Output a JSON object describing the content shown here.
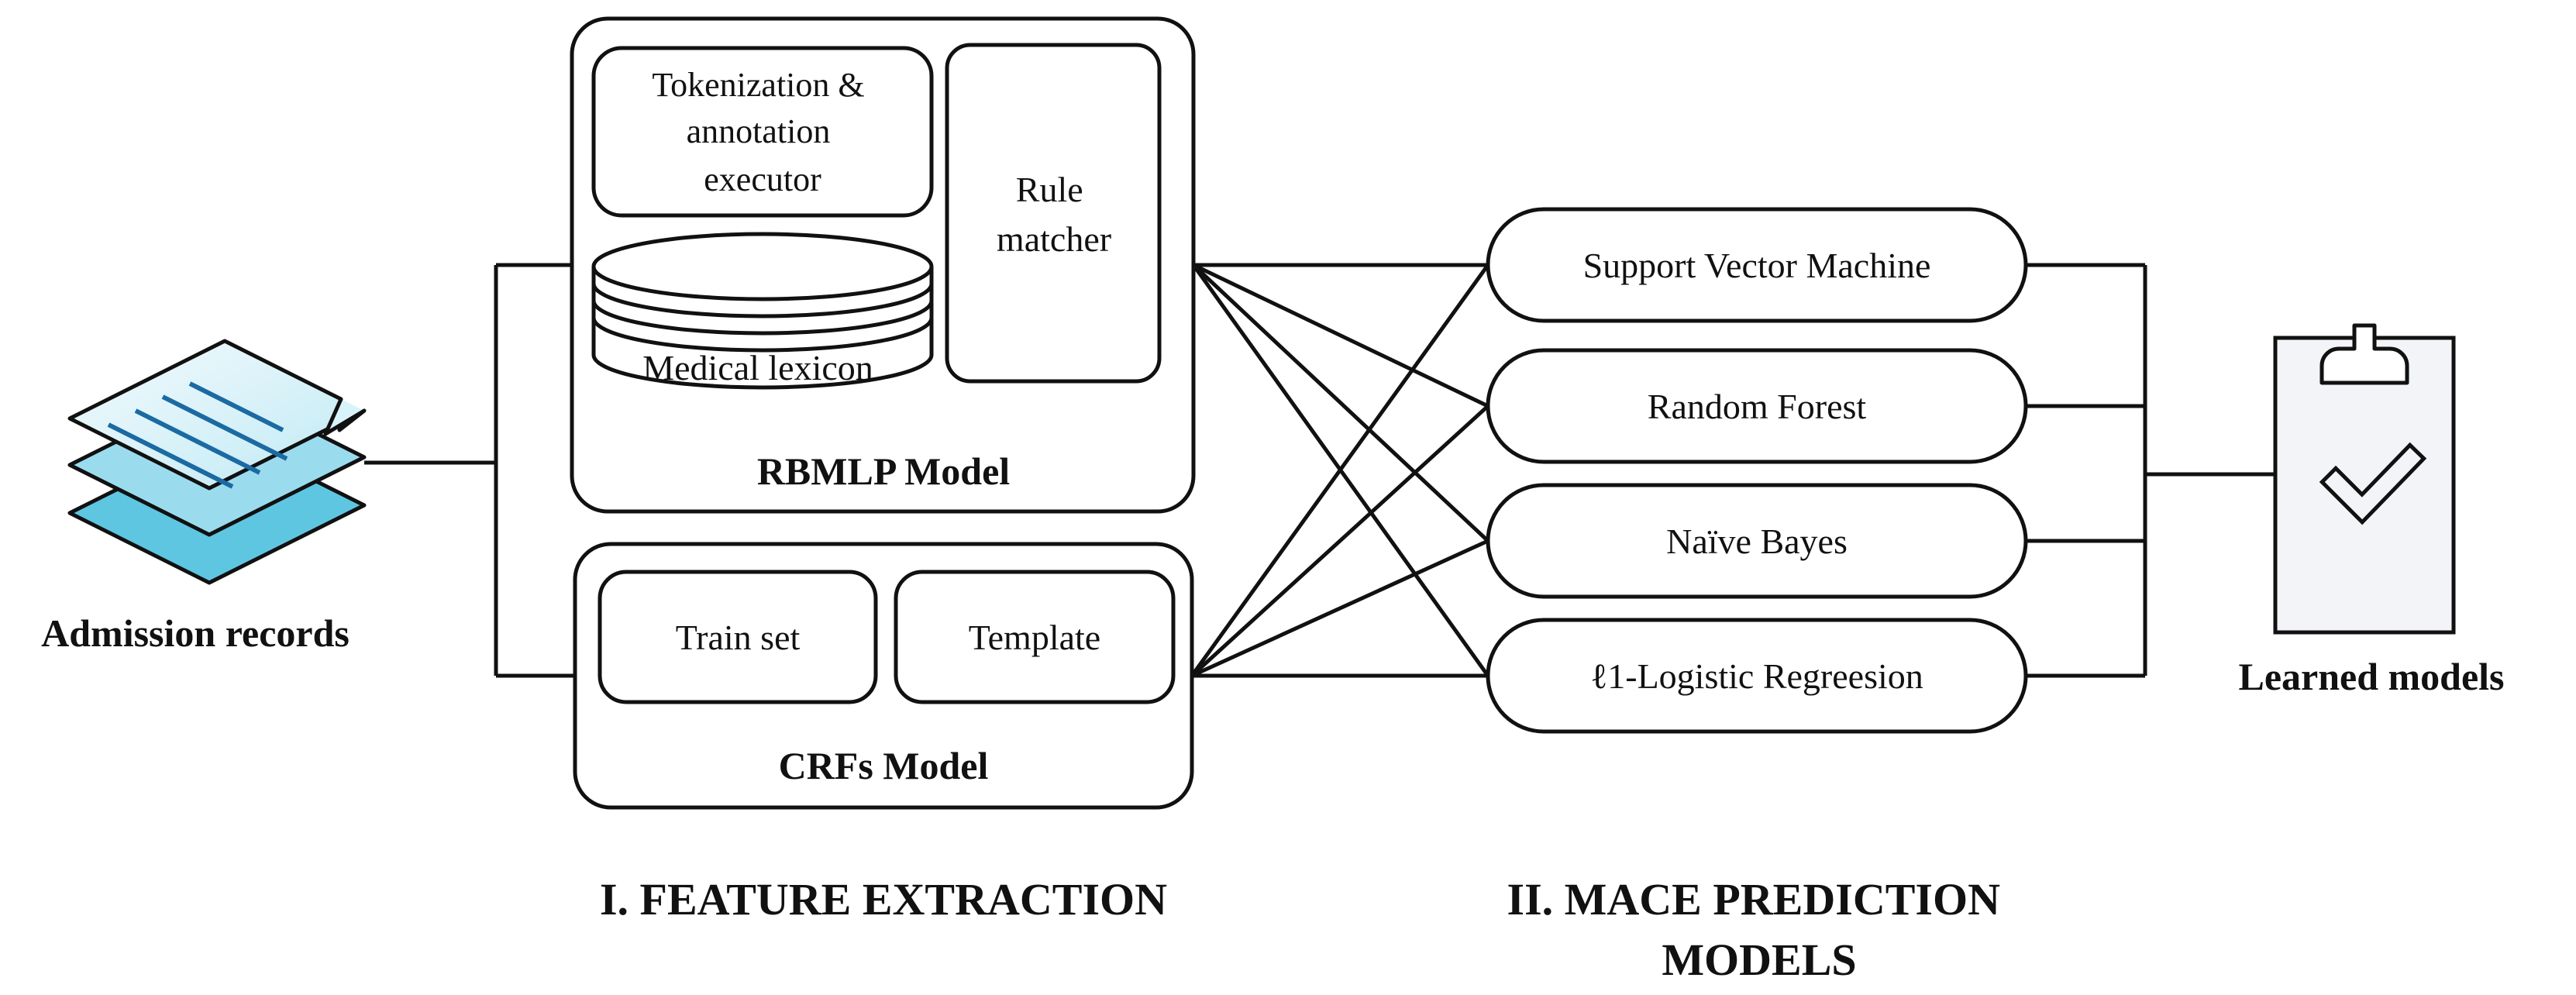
{
  "input": {
    "label": "Admission records"
  },
  "feature_extraction": {
    "rbmlp": {
      "title": "RBMLP Model",
      "tokenizer_lines": [
        "Tokenization &",
        "annotation",
        "executor"
      ],
      "rule_matcher_lines": [
        "Rule",
        "matcher"
      ],
      "lexicon": "Medical lexicon"
    },
    "crfs": {
      "title": "CRFs Model",
      "train_set": "Train set",
      "template": "Template"
    },
    "section_label": "I. FEATURE EXTRACTION"
  },
  "prediction": {
    "models": [
      "Support Vector Machine",
      "Random Forest",
      "Naïve Bayes",
      "ℓ1-Logistic Regreesion"
    ],
    "section_label_lines": [
      "II. MACE PREDICTION",
      "MODELS"
    ]
  },
  "output": {
    "label": "Learned models"
  },
  "colors": {
    "line": "#111111",
    "document_fill_light": "#e6f6fb",
    "document_fill_dark": "#7dd3ea",
    "document_text_lines": "#1b6aa3",
    "clipboard_fill": "#f3f4f7"
  },
  "icons": [
    "document-stack-icon",
    "clipboard-check-icon",
    "database-cylinder-icon"
  ]
}
